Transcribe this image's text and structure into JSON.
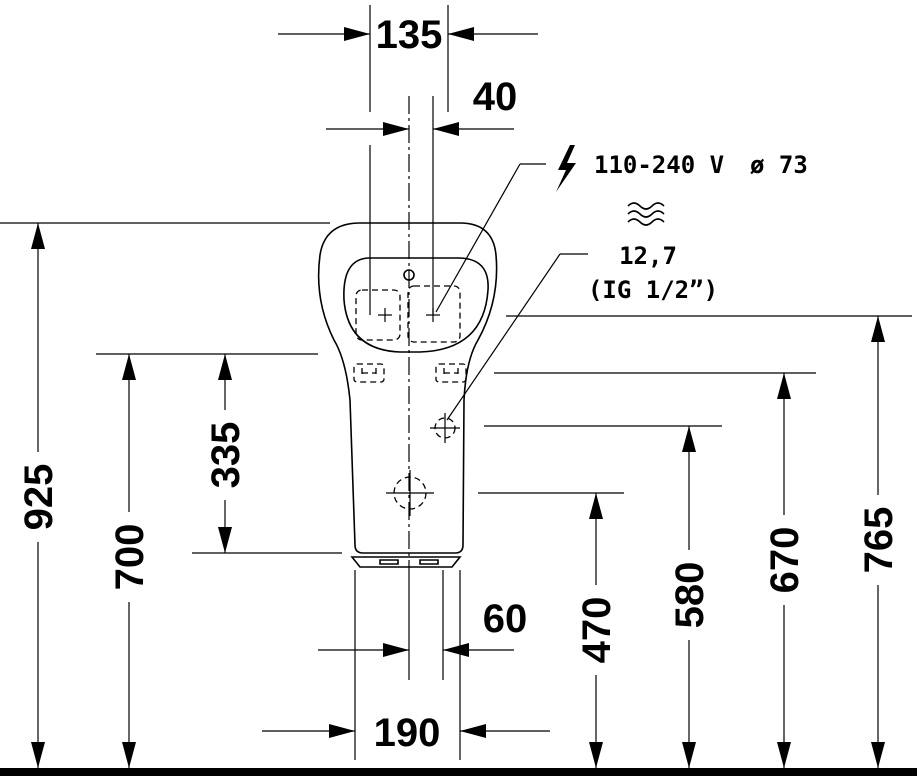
{
  "dimensions": {
    "top_width": "135",
    "offset": "40",
    "height_total": "925",
    "height_700": "700",
    "span_335": "335",
    "bottom_offset": "60",
    "bottom_width": "190",
    "height_470": "470",
    "height_580": "580",
    "height_670": "670",
    "height_765": "765"
  },
  "annotations": {
    "voltage": "110-240 V",
    "diameter": "ø 73",
    "water_size": "12,7",
    "water_thread": "(IG 1/2”)"
  },
  "icons": [
    "lightning-icon",
    "water-icon"
  ],
  "colors": {
    "ink": "#000000",
    "background": "#ffffff"
  }
}
